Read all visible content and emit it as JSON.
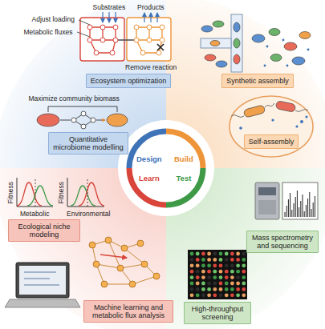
{
  "diagram": {
    "nodes": [
      {
        "text": [
          "Ecosystem optimization"
        ]
      },
      {
        "text": [
          "Synthetic assembly"
        ]
      },
      {
        "text": [
          "Quantitative microbiome modelling"
        ]
      },
      {
        "text": [
          "Self-assembly"
        ]
      },
      {
        "text": [
          "Ecological niche modeling"
        ]
      },
      {
        "text": [
          "Mass spectrometry and sequencing"
        ]
      },
      {
        "text": [
          "Machine learning and metabolic flux analysis"
        ]
      },
      {
        "text": [
          "High-throughput screening"
        ]
      }
    ],
    "labels": [
      "Substrates",
      "Products",
      "Adjust loading",
      "Metabolic fluxes",
      "Remove reaction",
      "Maximize community biomass",
      "Fitness",
      "Fitness",
      "Metabolic",
      "Environmental",
      "Design",
      "Build",
      "Learn",
      "Test"
    ]
  }
}
